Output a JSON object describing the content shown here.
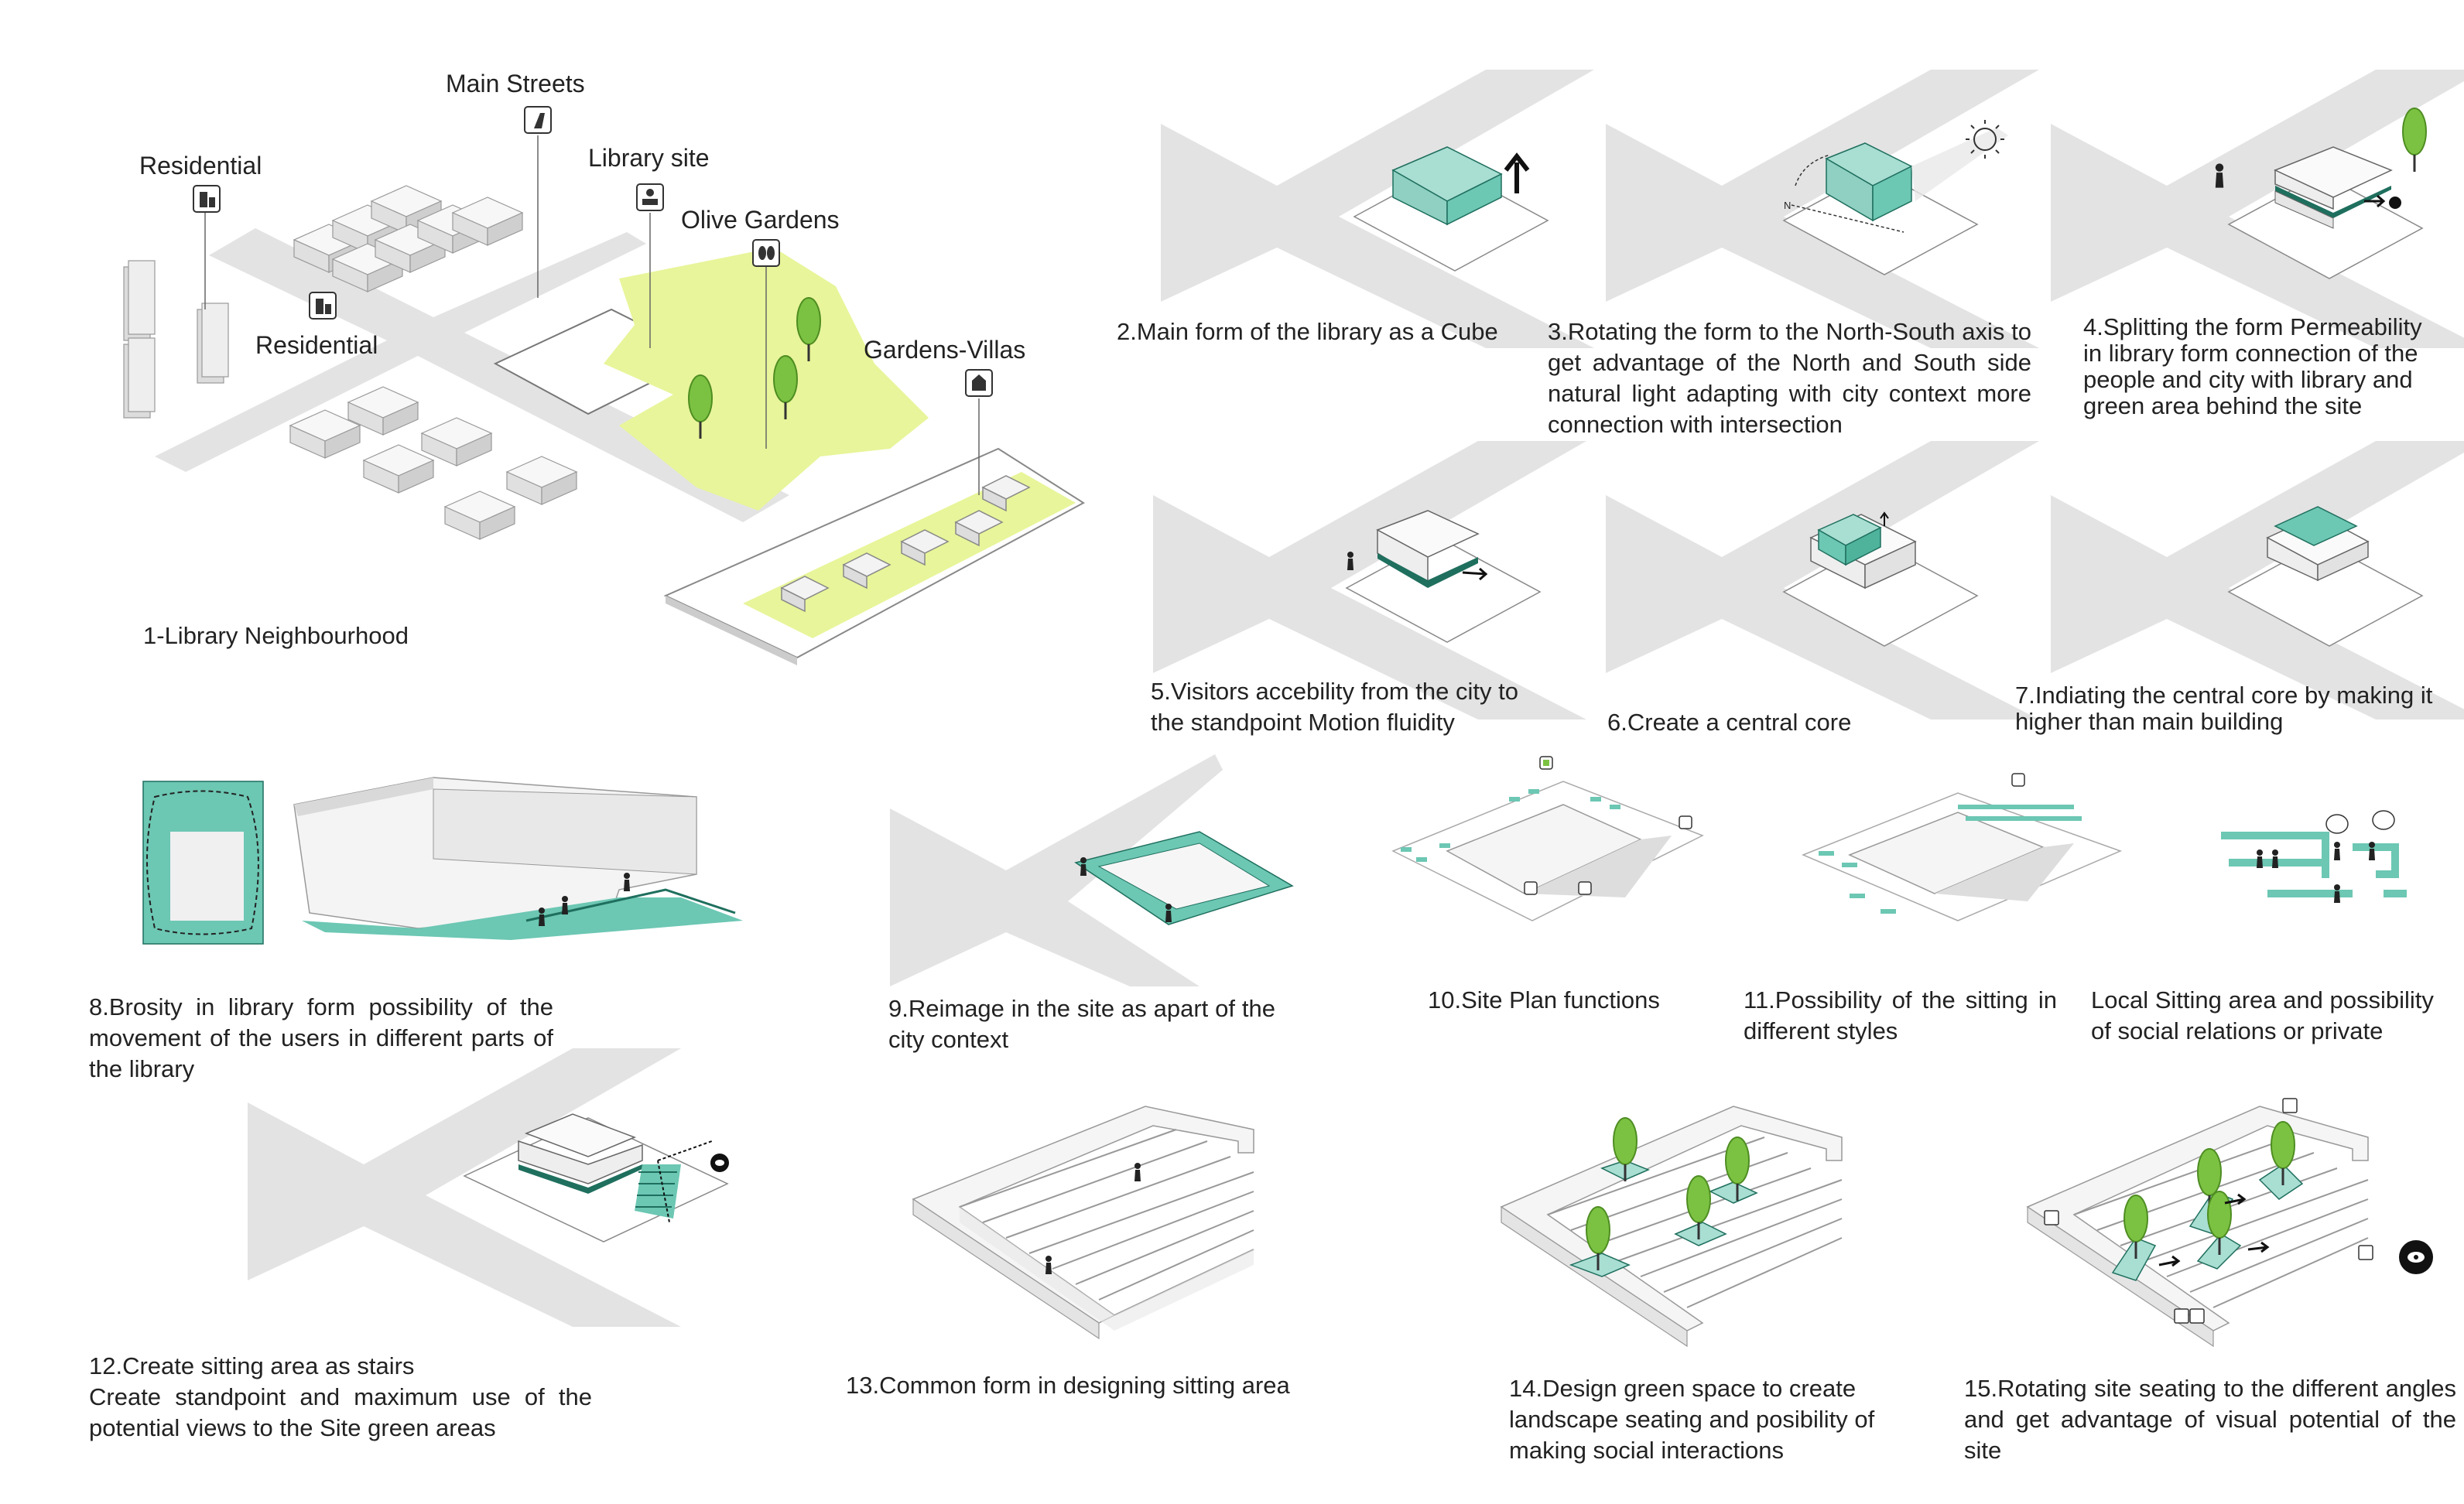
{
  "neighbourhood": {
    "caption": "1-Library Neighbourhood",
    "labels": {
      "main_streets": "Main Streets",
      "residential_top": "Residential",
      "residential_mid": "Residential",
      "library_site": "Library site",
      "olive_gardens": "Olive Gardens",
      "gardens_villas": "Gardens-Villas"
    }
  },
  "steps": [
    {
      "id": "2",
      "caption": "2.Main form of the library as a Cube"
    },
    {
      "id": "3",
      "caption": "3.Rotating the form to the North-South axis to get advantage of the North and South side natural light adapting with city context more connection with intersection",
      "compass": "N"
    },
    {
      "id": "4",
      "caption": "4.Splitting the form Permeability in library form connection of the people and city with library and green area behind the site"
    },
    {
      "id": "5",
      "caption": "5.Visitors accebility from the city to the standpoint  Motion fluidity"
    },
    {
      "id": "6",
      "caption": "6.Create a central core"
    },
    {
      "id": "7",
      "caption": "7.Indiating the central core by making it higher than main building"
    },
    {
      "id": "8",
      "caption": "8.Brosity in library form possibility of the movement of the users in different parts of the library"
    },
    {
      "id": "9",
      "caption": "9.Reimage in the site as apart of the city context"
    },
    {
      "id": "10",
      "caption": "10.Site Plan functions"
    },
    {
      "id": "11",
      "caption": "11.Possibility of the sitting in different styles"
    },
    {
      "id": "11b",
      "caption": "Local Sitting area and possibility of social relations or private"
    },
    {
      "id": "12",
      "caption": "12.Create sitting area as stairs\nCreate standpoint and maximum use of the potential views to the Site green areas"
    },
    {
      "id": "13",
      "caption": "13.Common form in designing sitting area"
    },
    {
      "id": "14",
      "caption": "14.Design green space to create landscape seating and posibility of making social interactions"
    },
    {
      "id": "15",
      "caption": "15.Rotating site seating to the different angles and get advantage of visual potential of the site"
    }
  ],
  "colors": {
    "teal": "#6cc7b3",
    "teal_light": "#a9ded3",
    "teal_dark": "#1f6f5e",
    "lime": "#e8f59a",
    "road": "#e3e3e3",
    "tree": "#7cc242",
    "tree_dark": "#4e8d22",
    "building": "#f2f2f2",
    "line": "#555555"
  },
  "icons": [
    "arrow-up-icon",
    "sun-icon",
    "tree-icon",
    "eye-icon",
    "person-icon",
    "wheelchair-icon",
    "building-icon",
    "house-icon"
  ]
}
